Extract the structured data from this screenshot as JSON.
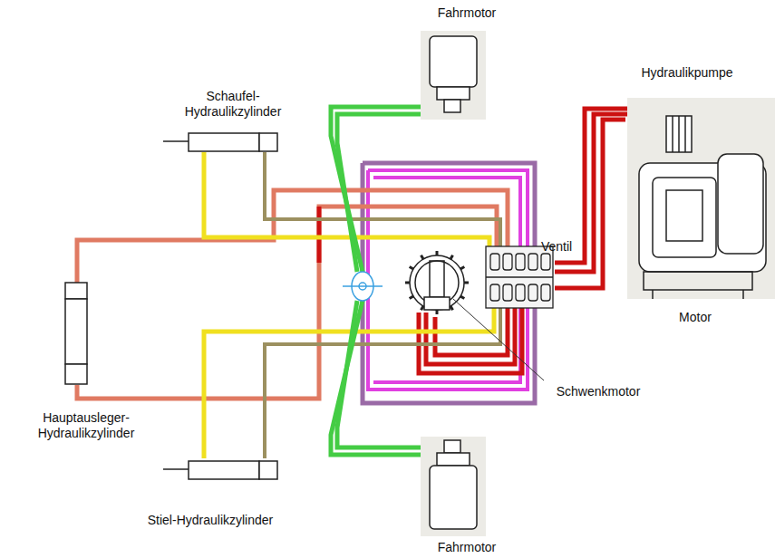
{
  "diagram": {
    "labels": [
      "Fahrmotor",
      "Schaufel- Hydraulikzylinder",
      "Hydraulikpumpe",
      "Ventil",
      "Motor",
      "Hauptausleger- Hydraulikzylinder",
      "Schwenkmotor",
      "Stiel-Hydraulikzylinder",
      "Fahrmotor"
    ]
  }
}
